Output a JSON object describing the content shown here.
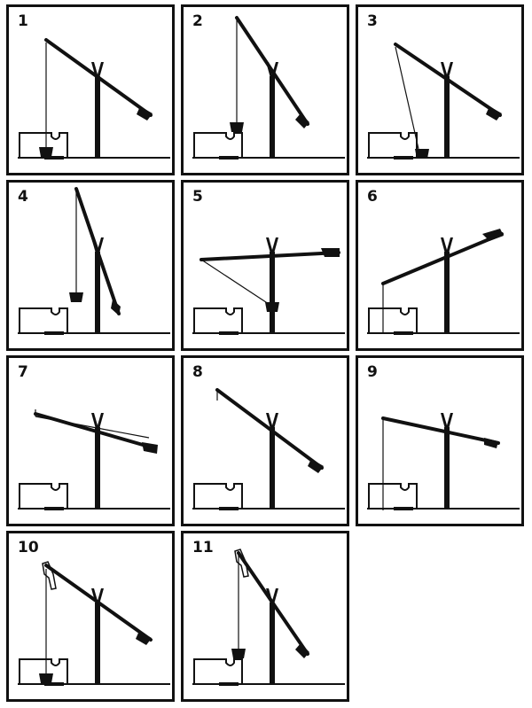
{
  "colors": {
    "ink": "#111111",
    "paper": "#ffffff"
  },
  "panels": [
    {
      "number": "1",
      "state": "bucket lowered into the well"
    },
    {
      "number": "2",
      "state": "bucket raised to the well mouth"
    },
    {
      "number": "3",
      "state": "bucket pulled up from the well"
    },
    {
      "number": "4",
      "state": "pole swung nearly vertical, bucket hanging"
    },
    {
      "number": "5",
      "state": "beam level, bucket swung across"
    },
    {
      "number": "6",
      "state": "beam tilted, rope lowered into well"
    },
    {
      "number": "7",
      "state": "beam nearly level, rope slack"
    },
    {
      "number": "8",
      "state": "beam tilted, no rope"
    },
    {
      "number": "9",
      "state": "beam tilted, rope into well, counterweight fallen"
    },
    {
      "number": "10",
      "state": "person at pole end, bucket in well"
    },
    {
      "number": "11",
      "state": "person at pole end, bucket raised"
    }
  ]
}
